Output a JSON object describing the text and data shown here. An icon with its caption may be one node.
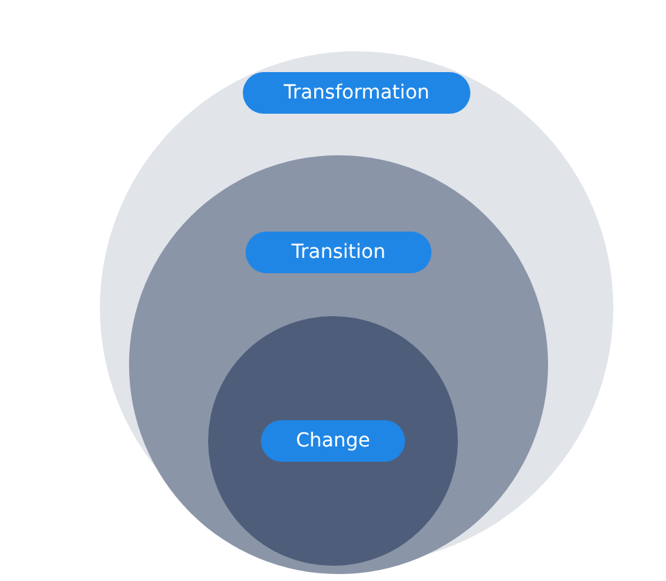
{
  "diagram": {
    "nodes": [
      {
        "text": [
          "Transformation"
        ]
      },
      {
        "text": [
          "Transition"
        ],
        "in": 0
      },
      {
        "text": [
          "Change"
        ],
        "in": 1
      }
    ]
  }
}
